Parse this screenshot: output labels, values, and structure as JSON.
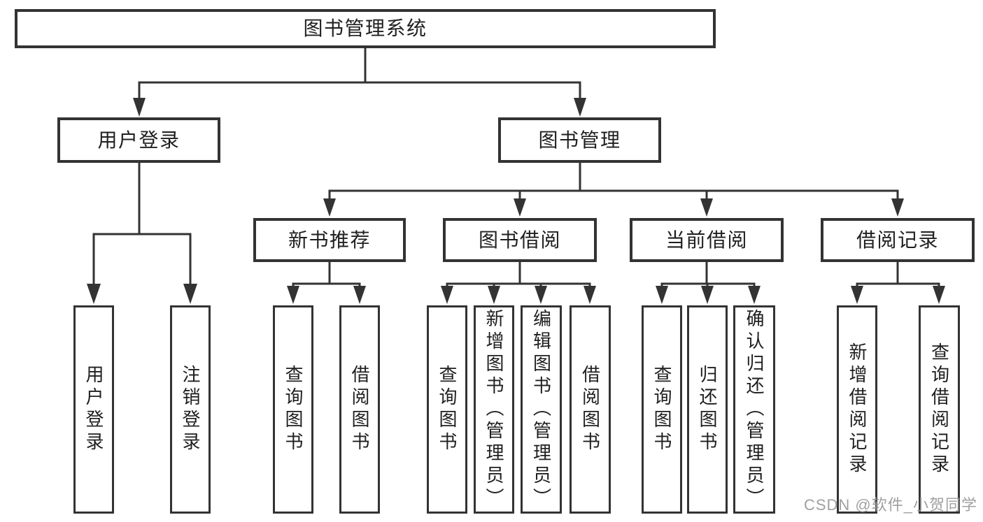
{
  "tree": {
    "label": "图书管理系统",
    "children": [
      {
        "label": "用户登录",
        "children": [
          {
            "label": "用户登录"
          },
          {
            "label": "注销登录"
          }
        ]
      },
      {
        "label": "图书管理",
        "children": [
          {
            "label": "新书推荐",
            "children": [
              {
                "label": "查询图书"
              },
              {
                "label": "借阅图书"
              }
            ]
          },
          {
            "label": "图书借阅",
            "children": [
              {
                "label": "查询图书"
              },
              {
                "label": "新增图书（管理员）"
              },
              {
                "label": "编辑图书（管理员）"
              },
              {
                "label": "借阅图书"
              }
            ]
          },
          {
            "label": "当前借阅",
            "children": [
              {
                "label": "查询图书"
              },
              {
                "label": "归还图书"
              },
              {
                "label": "确认归还（管理员）"
              }
            ]
          },
          {
            "label": "借阅记录",
            "children": [
              {
                "label": "新增借阅记录"
              },
              {
                "label": "查询借阅记录"
              }
            ]
          }
        ]
      }
    ]
  },
  "watermark": {
    "text": "CSDN @软件_小贺同学"
  },
  "colors": {
    "line": "#333333",
    "box_border": "#333333",
    "text": "#1f1f1f",
    "background": "#ffffff",
    "watermark": "#989898"
  }
}
